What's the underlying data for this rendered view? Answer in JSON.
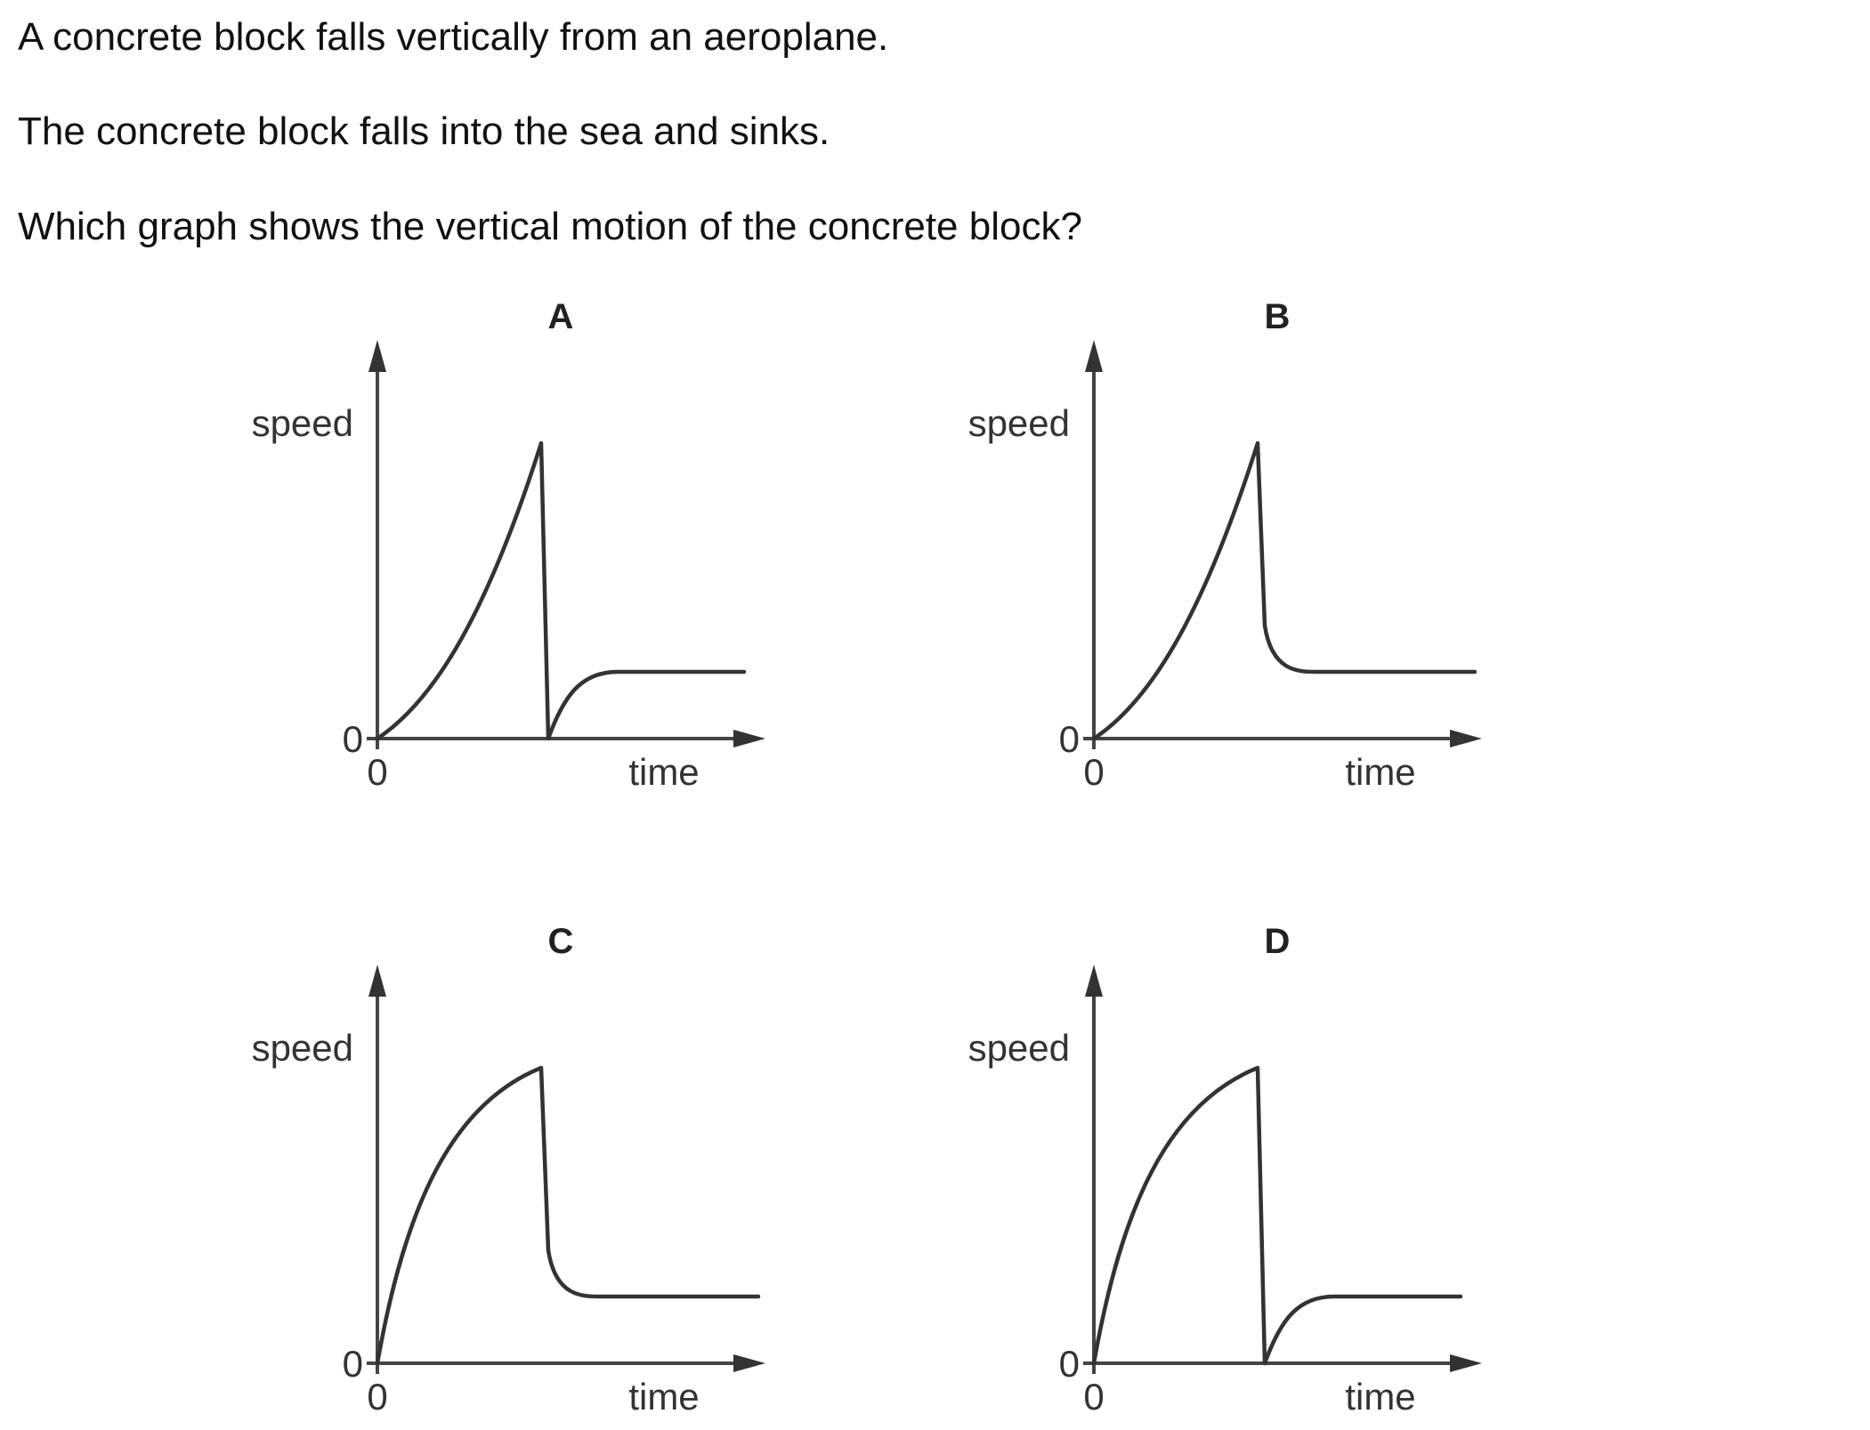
{
  "question": {
    "line1": "A concrete block falls vertically from an aeroplane.",
    "line2": "The concrete block falls into the sea and sinks.",
    "line3": "Which graph shows the vertical motion of the concrete block?"
  },
  "chart_data": [
    {
      "type": "line",
      "title": "A",
      "xlabel": "time",
      "ylabel": "speed",
      "x_tick": "0",
      "y_tick": "0",
      "shape": {
        "rise": "accelerating",
        "impact_drop_to": "zero",
        "recovery": "rises to terminal"
      }
    },
    {
      "type": "line",
      "title": "B",
      "xlabel": "time",
      "ylabel": "speed",
      "x_tick": "0",
      "y_tick": "0",
      "shape": {
        "rise": "accelerating",
        "impact_drop_to": "terminal",
        "recovery": "levels off at terminal"
      }
    },
    {
      "type": "line",
      "title": "C",
      "xlabel": "time",
      "ylabel": "speed",
      "x_tick": "0",
      "y_tick": "0",
      "shape": {
        "rise": "decelerating",
        "impact_drop_to": "terminal",
        "recovery": "levels off at terminal"
      }
    },
    {
      "type": "line",
      "title": "D",
      "xlabel": "time",
      "ylabel": "speed",
      "x_tick": "0",
      "y_tick": "0",
      "shape": {
        "rise": "decelerating",
        "impact_drop_to": "zero",
        "recovery": "rises to terminal"
      }
    }
  ]
}
